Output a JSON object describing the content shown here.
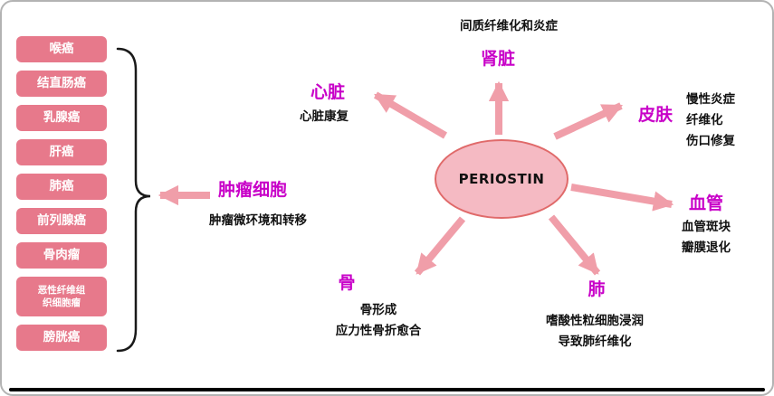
{
  "center": {
    "label": "PERIOSTIN"
  },
  "colors": {
    "organ_label_magenta": "#CC00CC",
    "arrow_pink": "#F09EA9",
    "cancer_box_pink": "#E7798B",
    "ellipse_fill": "#F5BAC3",
    "ellipse_border": "#E06A6A"
  },
  "cancer_list": [
    "喉癌",
    "结直肠癌",
    "乳腺癌",
    "肝癌",
    "肺癌",
    "前列腺癌",
    "骨肉瘤",
    "恶性纤维组织细胞瘤",
    "膀胱癌"
  ],
  "nodes": {
    "kidney": {
      "label": "肾脏",
      "note_above": "间质纤维化和炎症"
    },
    "heart": {
      "label": "心脏",
      "note": "心脏康复"
    },
    "skin": {
      "label": "皮肤",
      "notes": [
        "慢性炎症",
        "纤维化",
        "伤口修复"
      ]
    },
    "vessel": {
      "label": "血管",
      "notes": [
        "血管斑块",
        "瓣膜退化"
      ]
    },
    "lung": {
      "label": "肺",
      "notes": [
        "嗜酸性粒细胞浸润",
        "导致肺纤维化"
      ]
    },
    "bone": {
      "label": "骨",
      "notes": [
        "骨形成",
        "应力性骨折愈合"
      ]
    },
    "tumor": {
      "label": "肿瘤细胞",
      "note": "肿瘤微环境和转移"
    }
  }
}
